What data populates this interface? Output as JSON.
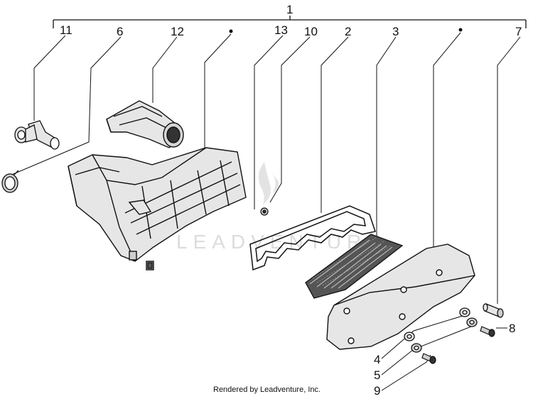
{
  "diagram": {
    "assembly_number": "1",
    "callouts": {
      "p11": "11",
      "p6": "6",
      "p12": "12",
      "p13": "13",
      "p10": "10",
      "p2": "2",
      "p3": "3",
      "p7": "7",
      "p8": "8",
      "p4": "4",
      "p5": "5",
      "p9": "9"
    },
    "watermark": "LEADVENTURE",
    "footer_text": "Rendered by Leadventure, Inc.",
    "colors": {
      "line": "#111111",
      "part_fill": "#e6e6e6",
      "dark": "#333333",
      "watermark": "#dcdcdc"
    }
  }
}
